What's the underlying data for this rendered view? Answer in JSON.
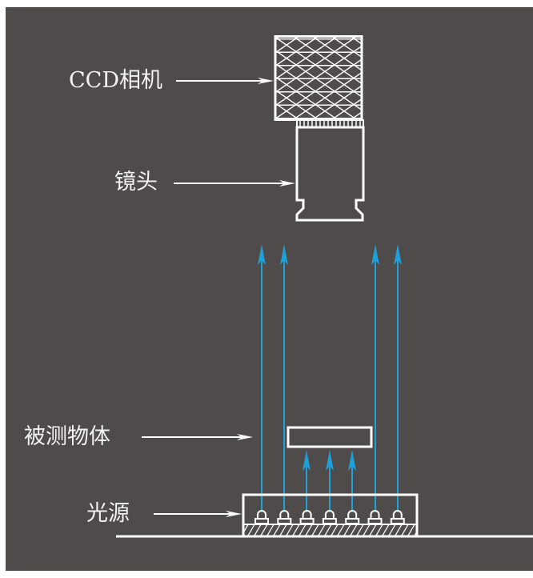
{
  "colors": {
    "background": "#4f4b4b",
    "line": "#ffffff",
    "light_ray": "#1fa0d8",
    "page_border": "#ffffff"
  },
  "labels": {
    "camera": "CCD相机",
    "lens": "镜头",
    "object": "被测物体",
    "light_source": "光源"
  },
  "components": {
    "camera": {
      "name": "CCD camera",
      "pattern": "crosshatch"
    },
    "lens": {
      "name": "lens"
    },
    "object": {
      "name": "measured object"
    },
    "light_source": {
      "name": "light source",
      "led_count": 7,
      "base_pattern": "diagonal hatch"
    }
  },
  "rays": {
    "outer_rays_count": 4,
    "inner_rays_count": 3
  }
}
